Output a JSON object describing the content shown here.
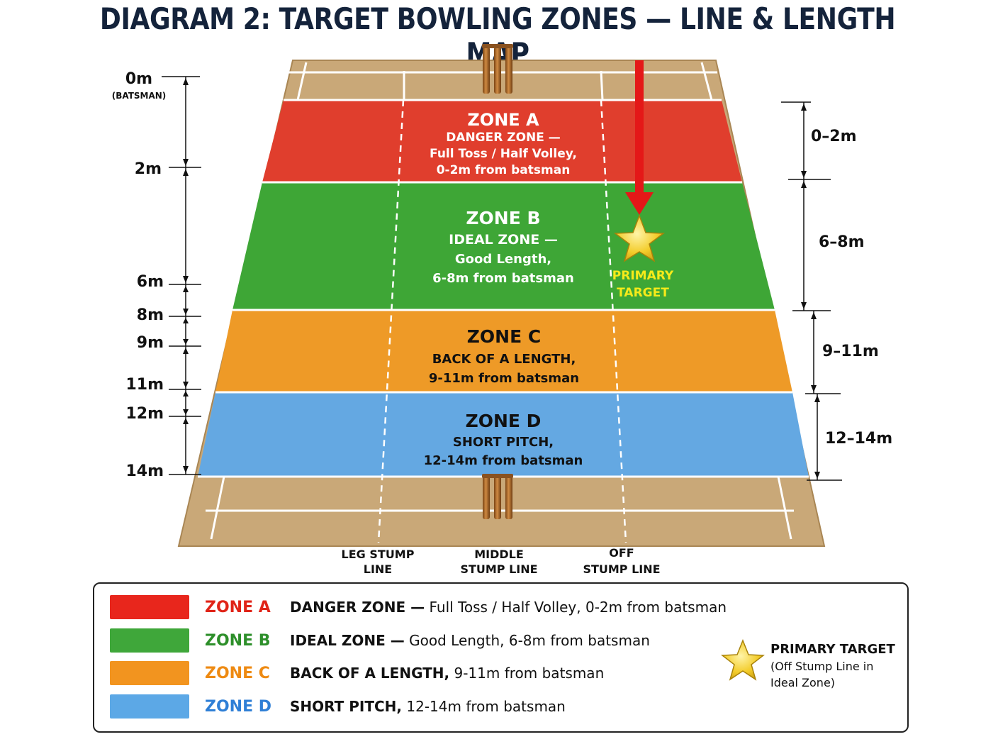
{
  "title": "DIAGRAM 2: TARGET BOWLING ZONES — LINE & LENGTH MAP",
  "left_scale": {
    "zero_label": "0m",
    "zero_sub": "(BATSMAN)",
    "ticks": [
      "2m",
      "6m",
      "8m",
      "9m",
      "11m",
      "12m",
      "14m"
    ]
  },
  "right_scale": {
    "ranges": [
      "0–2m",
      "6–8m",
      "9–11m",
      "12–14m"
    ]
  },
  "zones": [
    {
      "id": "A",
      "title": "ZONE A",
      "lines": [
        "DANGER ZONE —",
        "Full Toss / Half Volley,",
        "0-2m from batsman"
      ],
      "color": "#e03e2d"
    },
    {
      "id": "B",
      "title": "ZONE B",
      "lines": [
        "IDEAL ZONE —",
        "Good Length,",
        "6-8m from batsman"
      ],
      "color": "#3ea636"
    },
    {
      "id": "C",
      "title": "ZONE C",
      "lines": [
        "BACK OF A LENGTH,",
        "9-11m from batsman"
      ],
      "color": "#ee9a27"
    },
    {
      "id": "D",
      "title": "ZONE D",
      "lines": [
        "SHORT PITCH,",
        "12-14m from batsman"
      ],
      "color": "#64a8e2"
    }
  ],
  "primary_target": {
    "line1": "PRIMARY",
    "line2": "TARGET"
  },
  "stump_lines": {
    "leg": [
      "LEG STUMP",
      "LINE"
    ],
    "middle": [
      "MIDDLE",
      "STUMP LINE"
    ],
    "off": [
      "OFF",
      "STUMP LINE"
    ]
  },
  "legend": {
    "rows": [
      {
        "zone": "ZONE A",
        "bold": "DANGER ZONE —",
        "rest": " Full Toss / Half Volley, 0-2m from batsman",
        "swatch": "#e8261c",
        "text_color": "#e02418"
      },
      {
        "zone": "ZONE B",
        "bold": "IDEAL ZONE —",
        "rest": " Good Length, 6-8m from batsman",
        "swatch": "#3fa73a",
        "text_color": "#2d8f2a"
      },
      {
        "zone": "ZONE C",
        "bold": "BACK OF A LENGTH,",
        "rest": " 9-11m from batsman",
        "swatch": "#f2941f",
        "text_color": "#ee8a12"
      },
      {
        "zone": "ZONE D",
        "bold": "SHORT PITCH,",
        "rest": " 12-14m from batsman",
        "swatch": "#5ca8e6",
        "text_color": "#2f7fd6"
      }
    ],
    "target_title": "PRIMARY TARGET",
    "target_sub": "(Off Stump Line in Ideal Zone)"
  },
  "colors": {
    "pitch": "#c9a878",
    "pitch_edge": "#b59160",
    "stumps": "#b8722e",
    "arrow": "#e41818",
    "star": "#f3cc2a",
    "target_text": "#f6ea1a",
    "title": "#14233b"
  }
}
